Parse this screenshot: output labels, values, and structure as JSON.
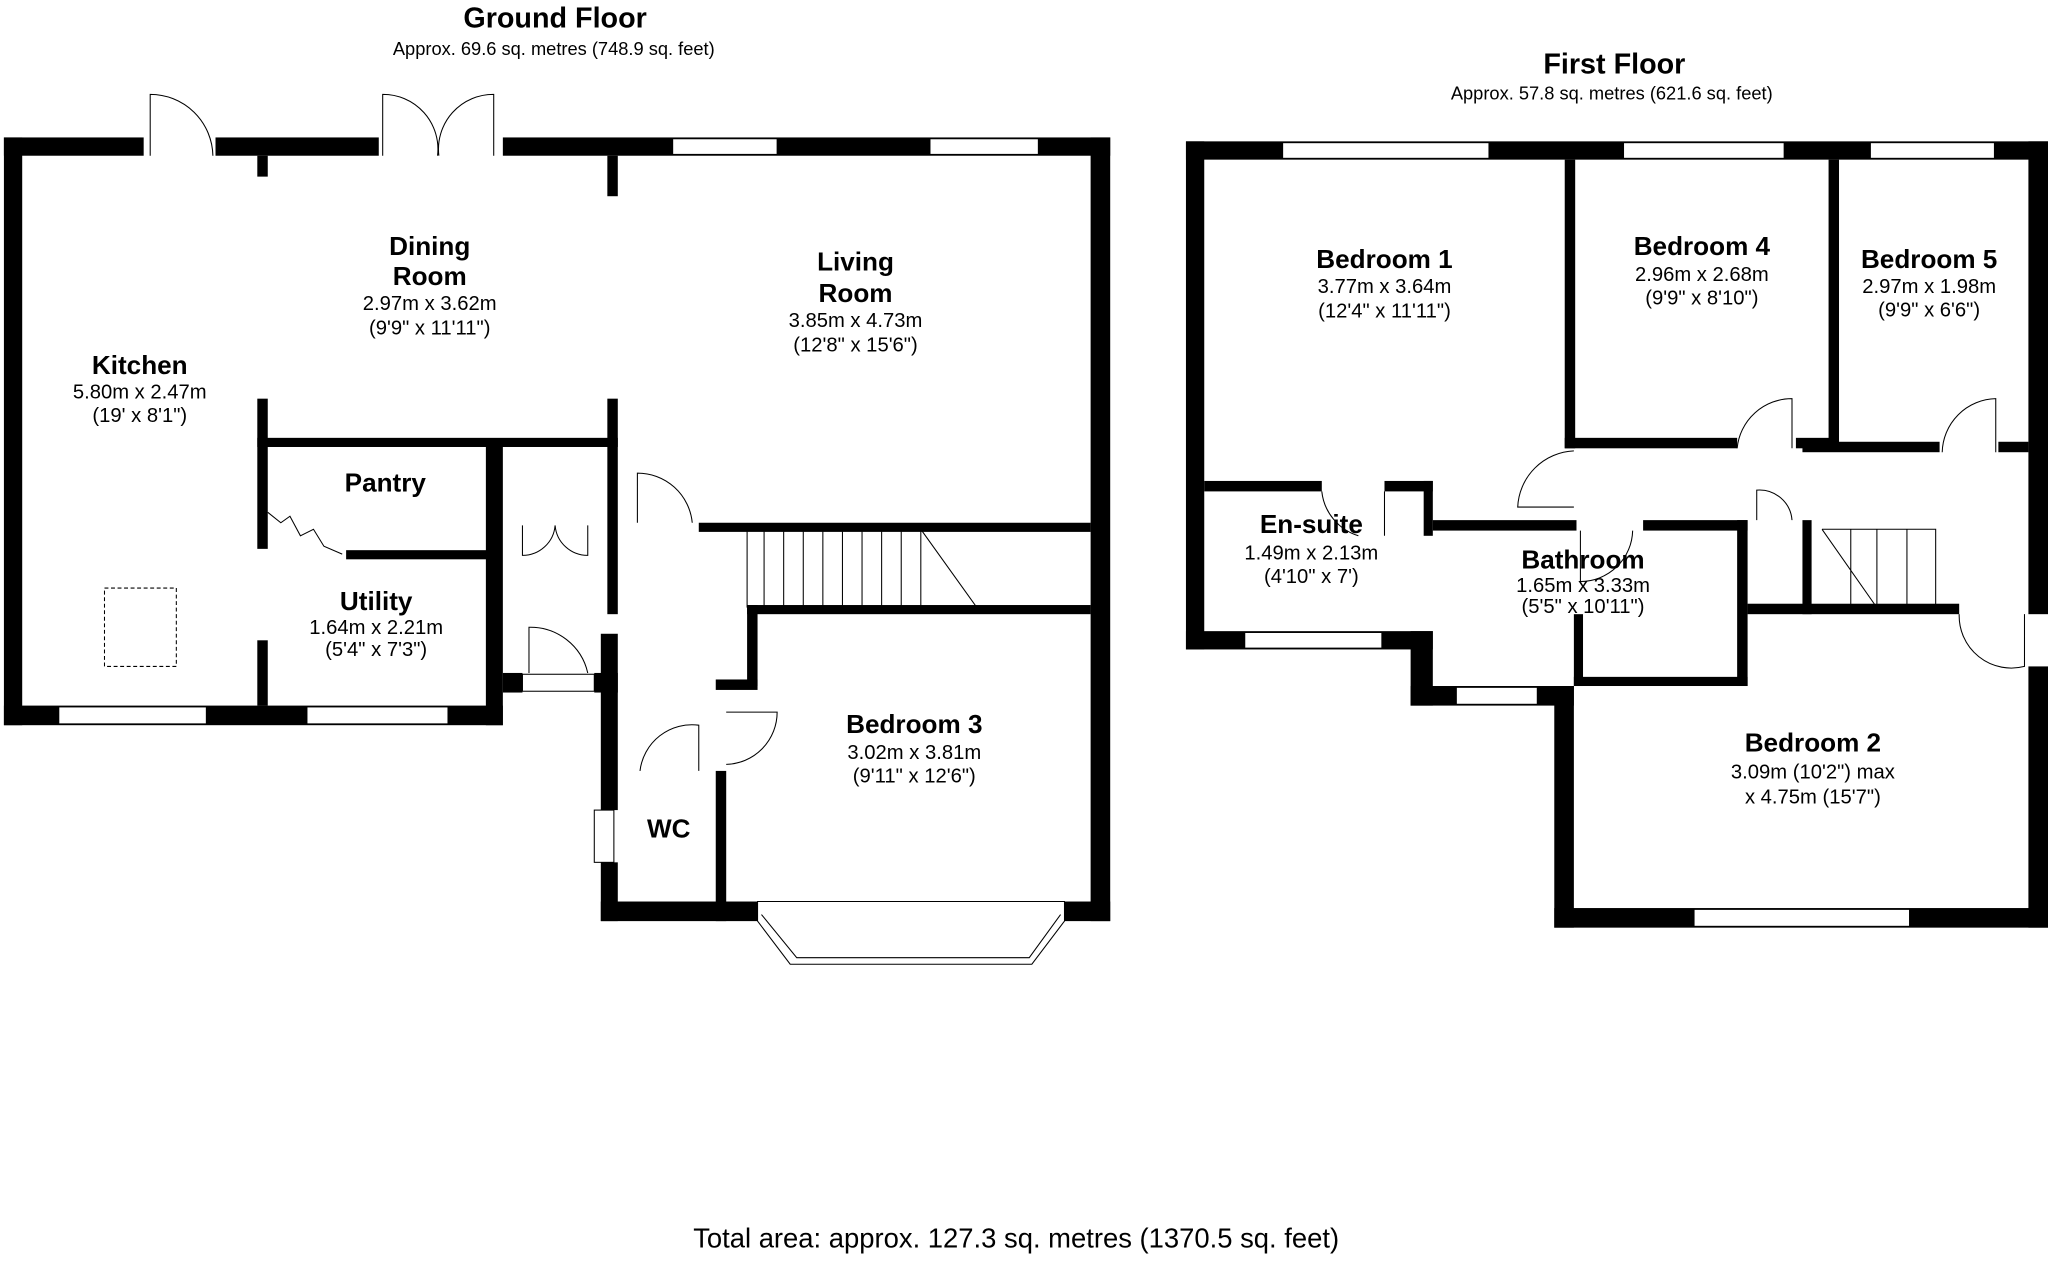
{
  "ground_floor": {
    "title": "Ground Floor",
    "area": "Approx. 69.6 sq. metres (748.9 sq. feet)",
    "rooms": {
      "kitchen": {
        "name": "Kitchen",
        "metric": "5.80m x 2.47m",
        "imperial": "(19' x 8'1\")"
      },
      "dining": {
        "name1": "Dining",
        "name2": "Room",
        "metric": "2.97m x 3.62m",
        "imperial": "(9'9\" x 11'11\")"
      },
      "living": {
        "name1": "Living",
        "name2": "Room",
        "metric": "3.85m x 4.73m",
        "imperial": "(12'8\" x 15'6\")"
      },
      "pantry": {
        "name": "Pantry"
      },
      "utility": {
        "name": "Utility",
        "metric": "1.64m x 2.21m",
        "imperial": "(5'4\" x 7'3\")"
      },
      "bedroom3": {
        "name": "Bedroom 3",
        "metric": "3.02m x 3.81m",
        "imperial": "(9'11\" x 12'6\")"
      },
      "wc": {
        "name": "WC"
      }
    }
  },
  "first_floor": {
    "title": "First Floor",
    "area": "Approx. 57.8 sq. metres (621.6 sq. feet)",
    "rooms": {
      "bedroom1": {
        "name": "Bedroom 1",
        "metric": "3.77m x 3.64m",
        "imperial": "(12'4\" x 11'11\")"
      },
      "bedroom4": {
        "name": "Bedroom 4",
        "metric": "2.96m x 2.68m",
        "imperial": "(9'9\" x 8'10\")"
      },
      "bedroom5": {
        "name": "Bedroom 5",
        "metric": "2.97m x 1.98m",
        "imperial": "(9'9\" x 6'6\")"
      },
      "ensuite": {
        "name": "En-suite",
        "metric": "1.49m x 2.13m",
        "imperial": "(4'10\" x 7')"
      },
      "bathroom": {
        "name": "Bathroom",
        "metric": "1.65m x 3.33m",
        "imperial": "(5'5\" x 10'11\")"
      },
      "bedroom2": {
        "name": "Bedroom 2",
        "line1": "3.09m (10'2\") max",
        "line2": "x 4.75m (15'7\")"
      }
    }
  },
  "total_area": "Total area: approx. 127.3 sq. metres (1370.5 sq. feet)"
}
